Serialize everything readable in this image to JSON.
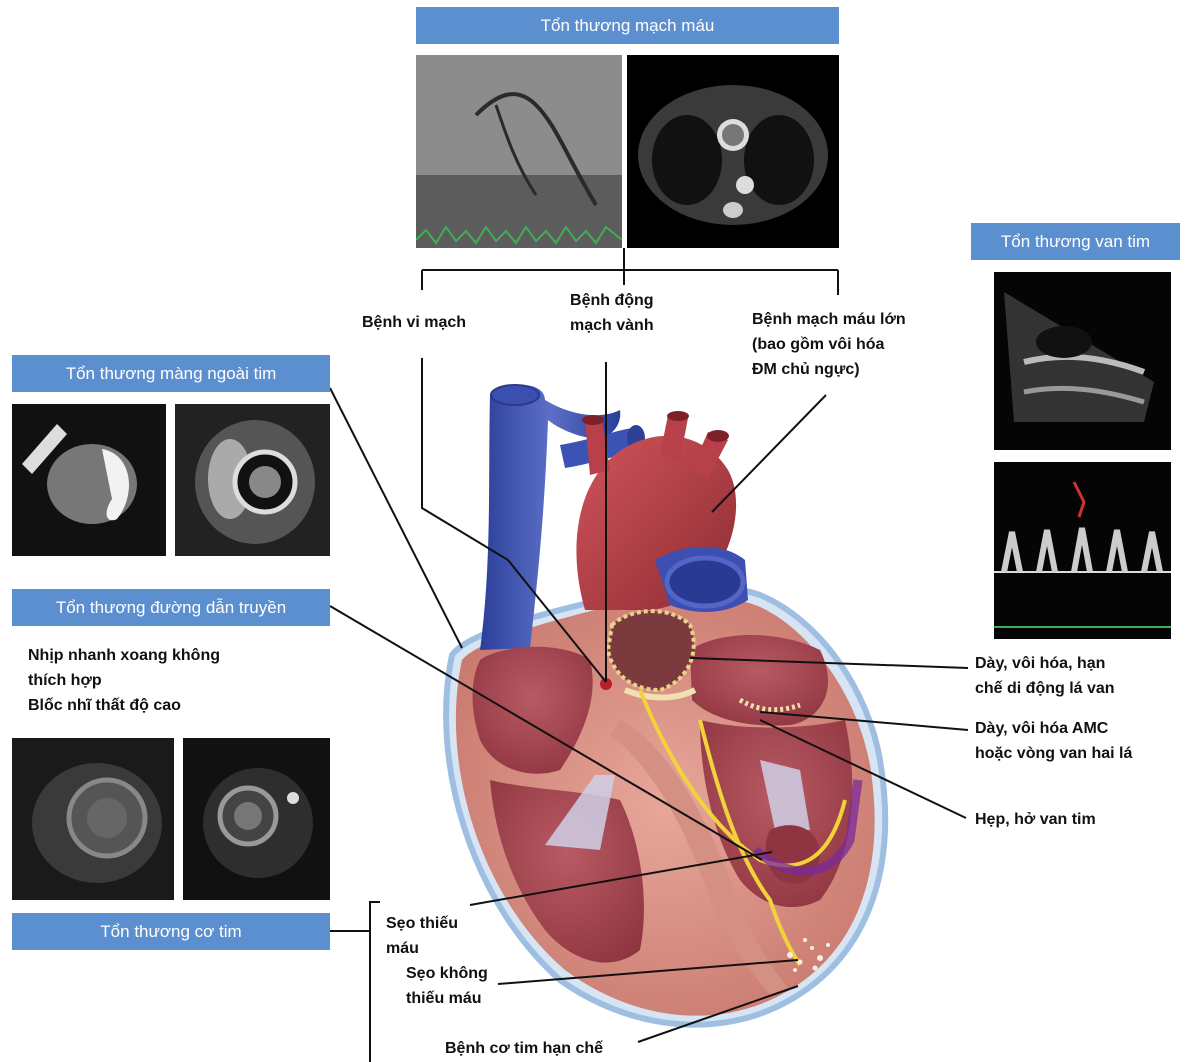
{
  "headers": {
    "vascular": "Tổn thương mạch máu",
    "valve": "Tổn thương van tim",
    "pericardium": "Tổn thương màng ngoài tim",
    "conduction": "Tổn thương đường dẫn truyền",
    "myocardium": "Tổn thương cơ tim"
  },
  "vascular_branches": {
    "microvascular": "Bệnh vi mạch",
    "coronary": [
      "Bệnh động",
      "mạch vành"
    ],
    "large_vessel": [
      "Bệnh mạch máu lớn",
      "(bao gồm vôi hóa",
      "ĐM chủ ngực)"
    ]
  },
  "conduction_text": [
    "Nhịp nhanh xoang không",
    "thích hợp",
    "Blốc nhĩ thất độ cao"
  ],
  "valve_labels": {
    "leaflet": [
      "Dày, vôi hóa, hạn",
      "chế di động lá van"
    ],
    "amc": [
      "Dày, vôi hóa AMC",
      "hoặc vòng van hai lá"
    ],
    "stenosis": "Hẹp, hở van tim"
  },
  "myocardium_labels": {
    "ischemic": [
      "Sẹo thiếu",
      "máu"
    ],
    "non_ischemic": [
      "Sẹo không",
      "thiếu máu"
    ],
    "restrictive": "Bệnh cơ tim hạn chế"
  },
  "colors": {
    "header_bg": "#5b8fd0",
    "header_text": "#ffffff",
    "heart_red": "#b8404a",
    "vein_blue": "#3a4fa8",
    "conduction_yellow": "#f2d23a",
    "scar_purple": "#7a2a9a"
  }
}
